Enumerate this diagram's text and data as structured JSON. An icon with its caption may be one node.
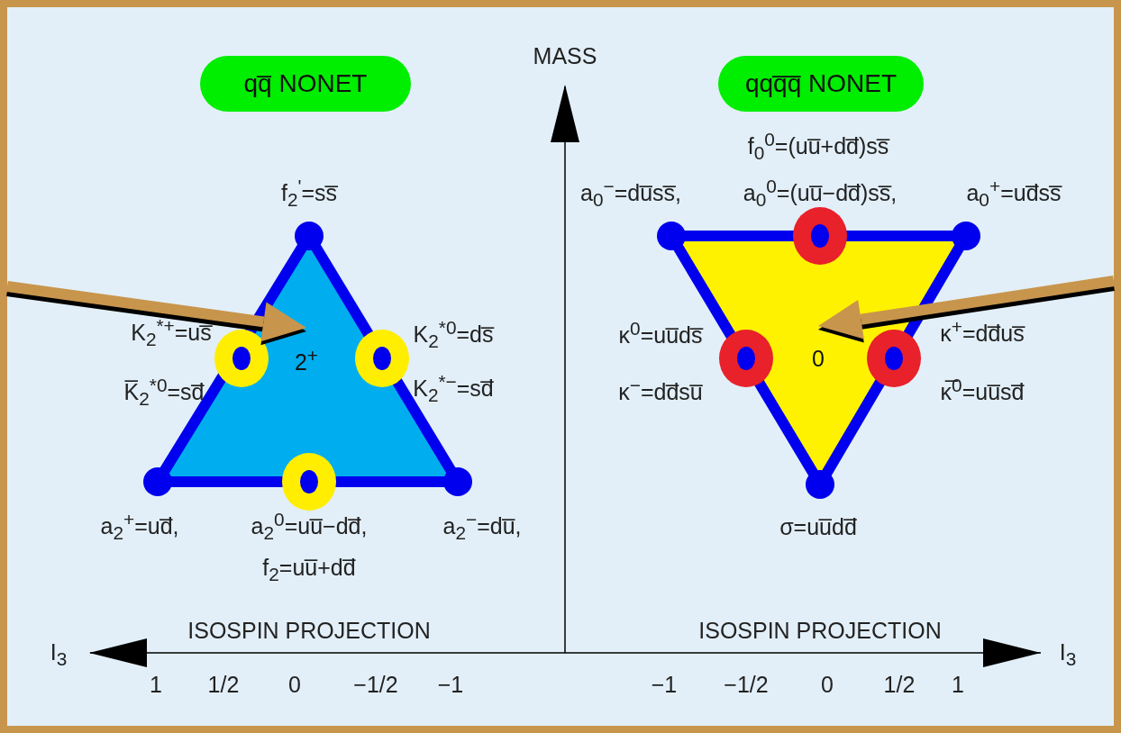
{
  "diagram": {
    "nodes": [
      {
        "text": [
          "qq̅  NONET"
        ]
      },
      {
        "text": [
          "qqq̅q̅  NONET"
        ]
      },
      {
        "text": [
          "2$^{+}$"
        ]
      },
      {
        "text": [
          "0"
        ]
      }
    ],
    "edges": [
      {
        "from": null,
        "to": 2,
        "arrow": "to"
      },
      {
        "from": null,
        "to": 3,
        "arrow": "to"
      }
    ],
    "labels": [
      "MASS",
      "f$_{2}$$^{'}$=ss̅",
      "f$_{0}$$^{0}$=(uu̅+dd̅)ss̅",
      "a$_{0}$$^{−}$=du̅ss̅,",
      "a$_{0}$$^{0}$=(uu̅−dd̅)ss̅,",
      "a$_{0}$$^{+}$=ud̅ss̅",
      "K$_{2}$$^{*+}$=us̅",
      "K$_{2}$$^{*0}$=ds̅",
      "κ$^{0}$=uu̅ds̅",
      "κ$^{+}$=dd̅us̅",
      "K̅$_{2}$$^{*0}$=sd̅",
      "K$_{2}$$^{*−}$=sd̅",
      "κ$^{−}$=dd̅su̅",
      "κ̅$^{0}$=uu̅sd̅",
      "a$_{2}$$^{+}$=ud̅,",
      "a$_{2}$$^{0}$=uu̅−dd̅,",
      "a$_{2}$$^{−}$=du̅,",
      "σ=uu̅dd̅",
      "f$_{2}$=uu̅+dd̅",
      "ISOSPIN PROJECTION",
      "ISOSPIN PROJECTION",
      "I$_{3}$",
      "1",
      "1/2",
      "0",
      "−1/2",
      "−1",
      "−1",
      "−1/2",
      "0",
      "1/2",
      "1",
      "I$_{3}$"
    ]
  }
}
